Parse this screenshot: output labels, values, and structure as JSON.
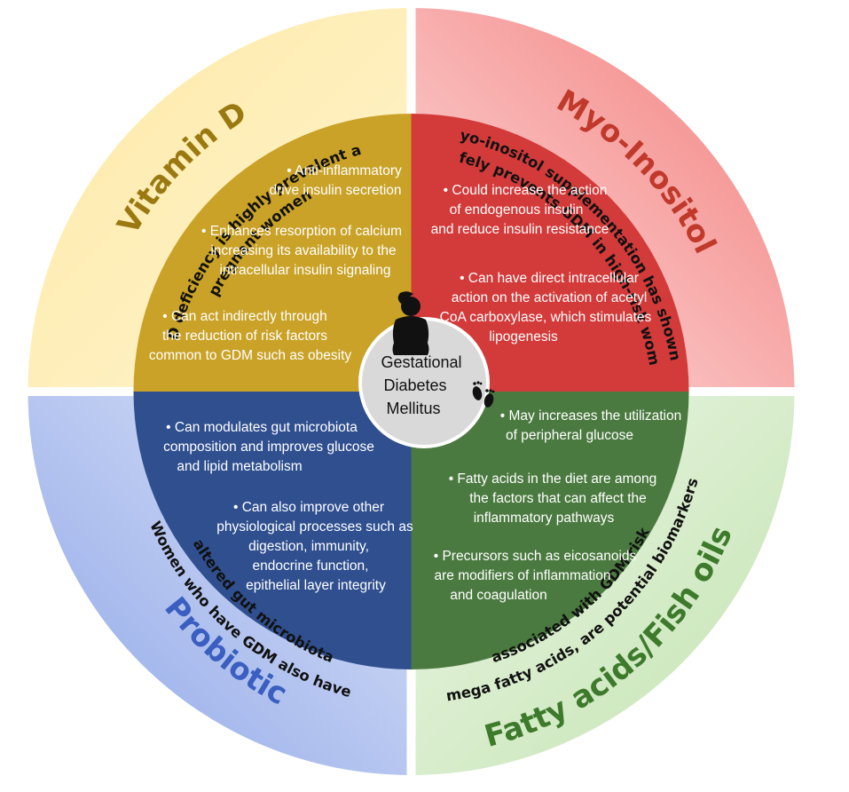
{
  "center": {
    "lines": [
      "Gestational",
      "Diabetes",
      "Mellitus"
    ],
    "icons": [
      "mother-baby-icon",
      "footprints-icon"
    ]
  },
  "quadrants": {
    "vitamin_d": {
      "title": "Vitamin D",
      "desc_lines": [
        "Vitamin D deficiency is highly prevalent amongst",
        "pregnant women"
      ],
      "bullets": [
        [
          "• Anti-inflammatory",
          "drive insulin  secretion"
        ],
        [
          "• Enhances resorption of calcium",
          "increasing its availability to the",
          "intracellular insulin  signaling"
        ],
        [
          "• Can act indirectly through",
          "the reduction of risk factors",
          "common to GDM such as obesity"
        ]
      ],
      "colors": {
        "outer": "#fde9a6",
        "inner": "#c9a227",
        "title": "#9a7a10"
      }
    },
    "myo_inositol": {
      "title": "Myo-Inositol",
      "desc_lines": [
        "Myo-inositol supplementation has shown to",
        "safely prevents GDM in high-risk women"
      ],
      "bullets": [
        [
          "• Could increase the action",
          "of endogenous insulin",
          "and  reduce insulin resistance"
        ],
        [
          "• Can have direct intracellular",
          "action on the activation of acetyl",
          "CoA carboxylase, which stimulates",
          "lipogenesis"
        ]
      ],
      "colors": {
        "outer": "#f6a8a6",
        "inner": "#d33a3a",
        "title": "#c0392b"
      }
    },
    "probiotic": {
      "title": "Probiotic",
      "desc_lines": [
        "Women who have GDM also have",
        "altered gut microbiota"
      ],
      "bullets": [
        [
          "• Can modulates gut microbiota",
          "composition and improves glucose",
          "and lipid metabolism"
        ],
        [
          "• Can also improve other",
          "physiological processes such as",
          "digestion, immunity,",
          "endocrine function,",
          "epithelial layer integrity"
        ]
      ],
      "colors": {
        "outer": "#b4c4ee",
        "inner": "#2f4f8f",
        "title": "#3a5fc0"
      }
    },
    "fatty_acids": {
      "title": "Fatty acids/Fish oils",
      "desc_lines": [
        "Omega fatty acids, are potential biomarkers,",
        "associated with GDM risk"
      ],
      "bullets": [
        [
          "• May increases the utilization",
          "of peripheral glucose"
        ],
        [
          "• Fatty acids in the diet are among",
          "the factors that can affect the",
          "inflammatory pathways"
        ],
        [
          "• Precursors such as eicosanoids",
          "are modifiers of inflammation",
          "and coagulation"
        ]
      ],
      "colors": {
        "outer": "#d3ebc6",
        "inner": "#4b7a40",
        "title": "#3e7a2c"
      }
    }
  }
}
